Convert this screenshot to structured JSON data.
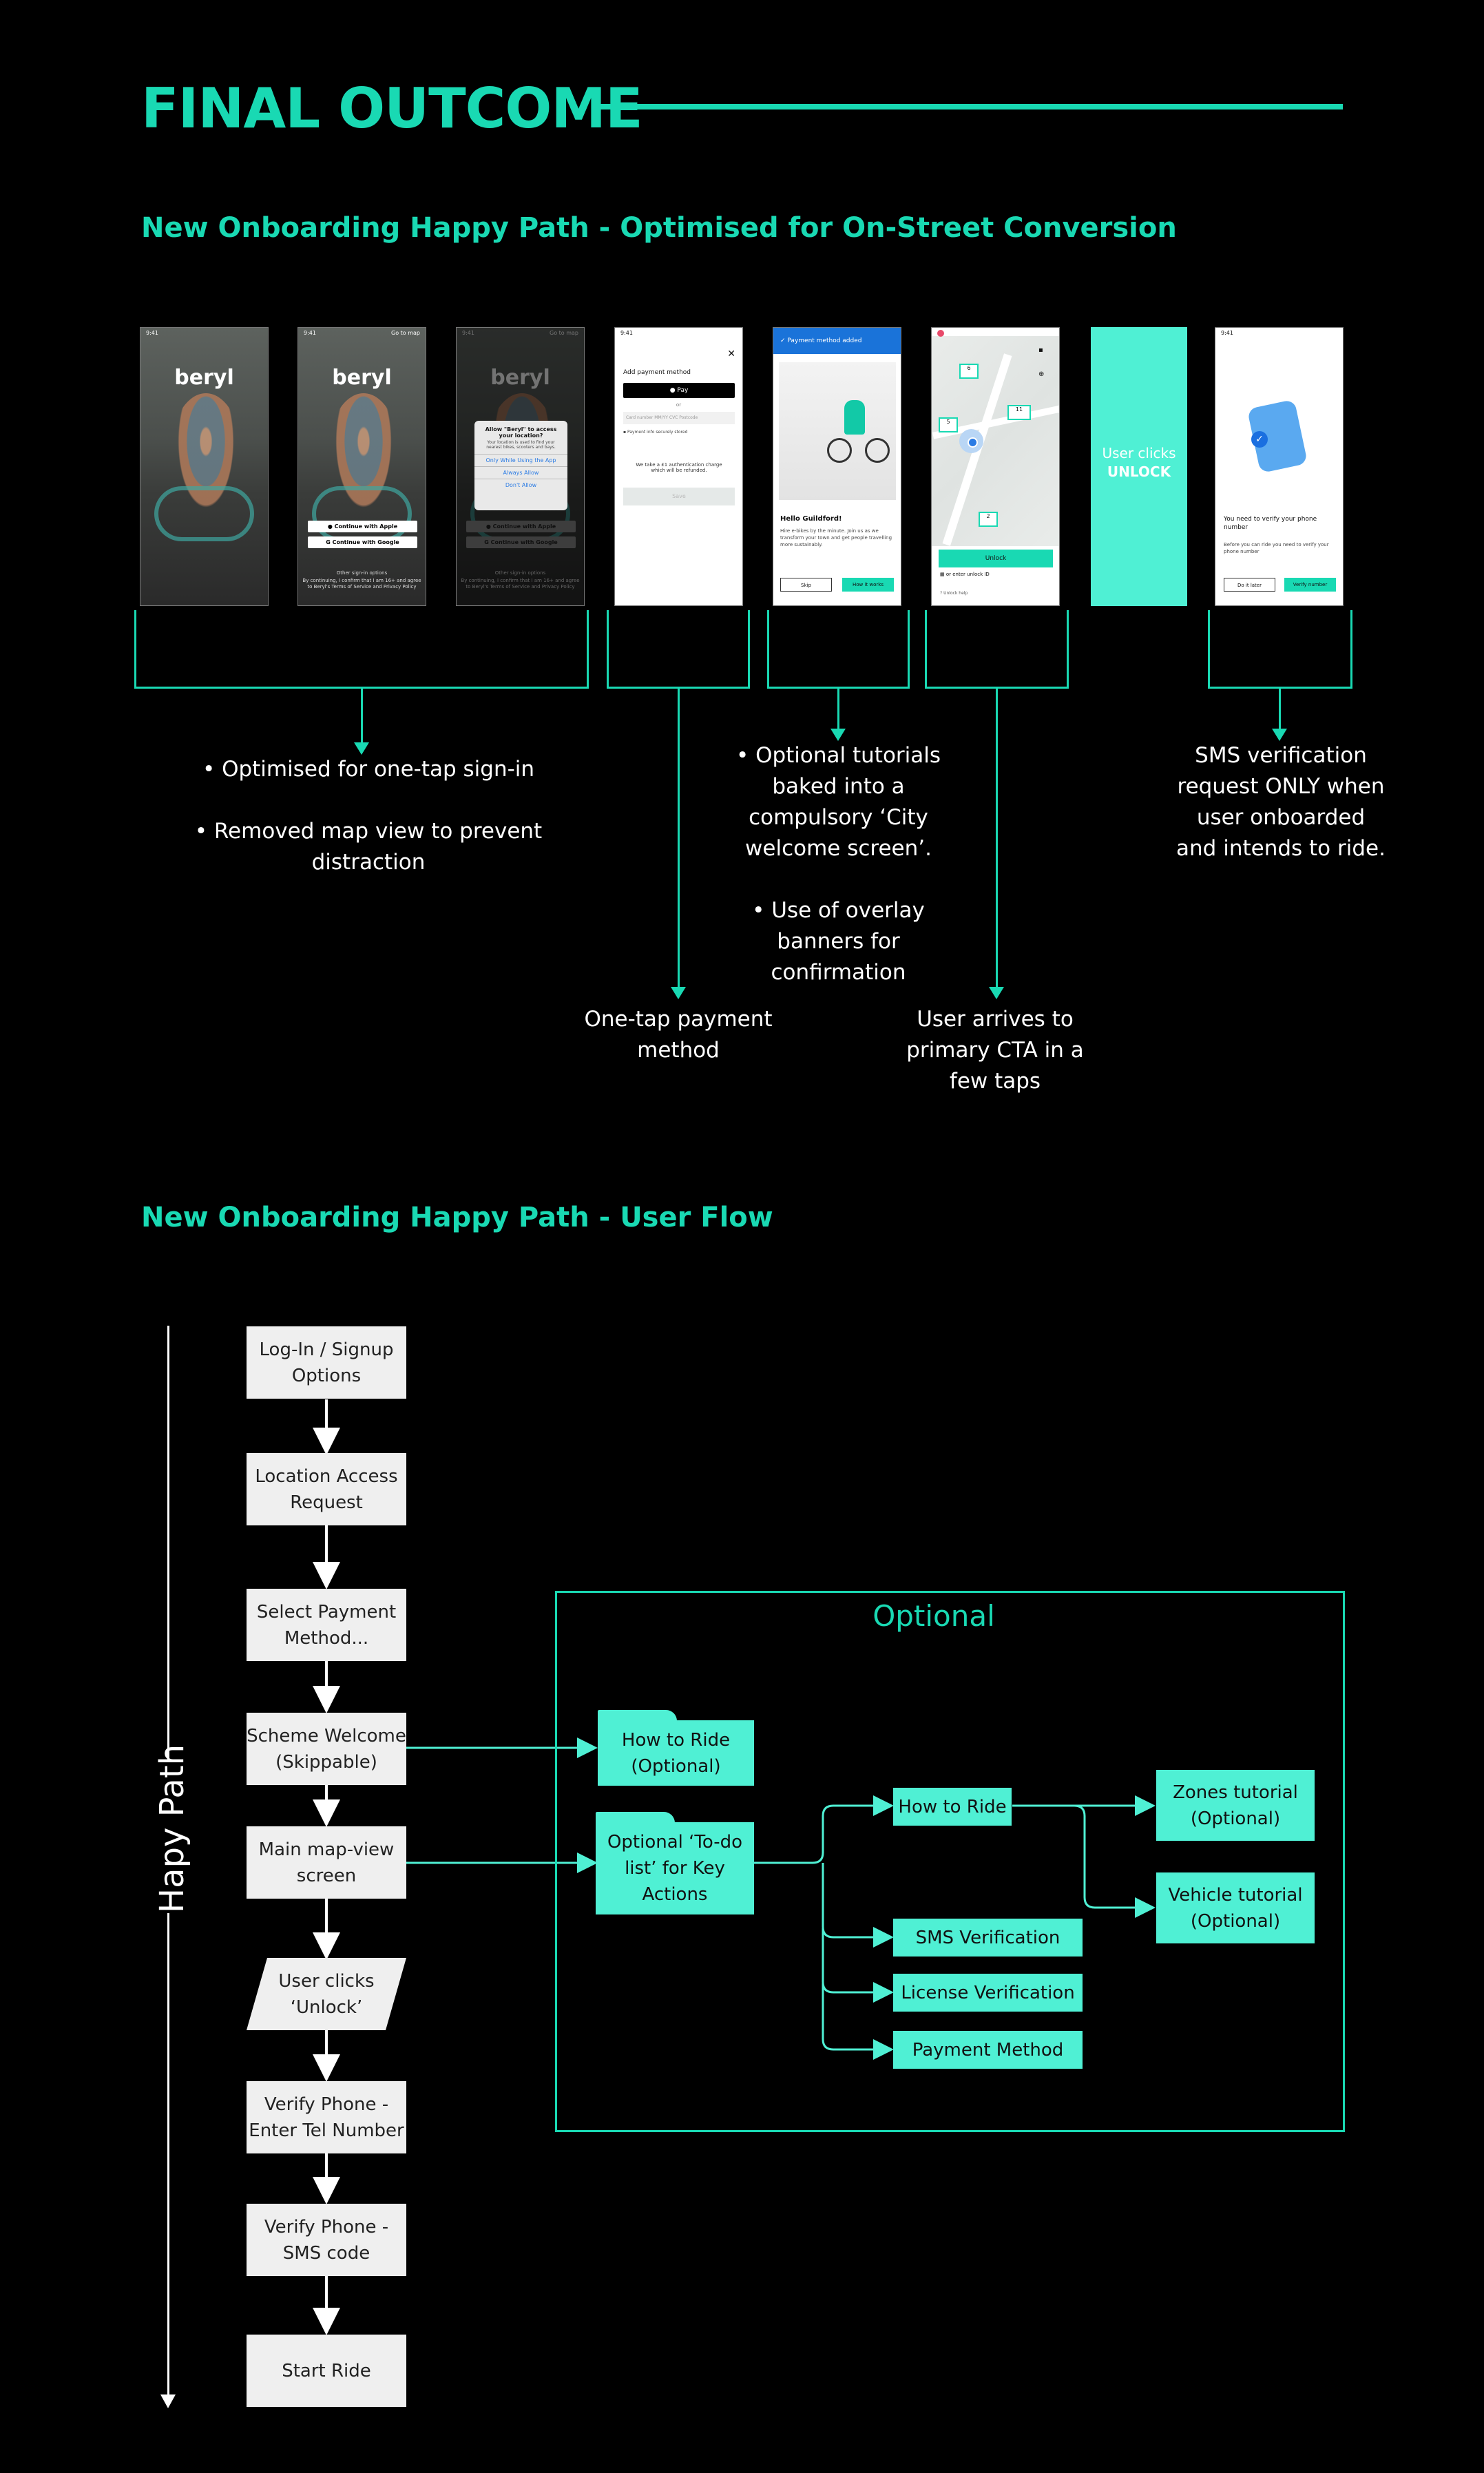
{
  "header": {
    "title": "FINAL OUTCOME"
  },
  "section1": {
    "heading": "New Onboarding Happy Path - Optimised for On-Street Conversion"
  },
  "screens": {
    "time": "9:41",
    "logo": "beryl",
    "go_to_map": "Go to map",
    "continue_apple": "Continue with Apple",
    "continue_google": "Continue with Google",
    "other_sign_in": "Other sign-in options",
    "terms": "By continuing, I confirm that I am 16+ and agree to Beryl's Terms of Service and Privacy Policy",
    "location_dialog_title": "Allow \"Beryl\" to access your location?",
    "location_dialog_body": "Your location is used to find your nearest bikes, scooters and bays.",
    "allow_once": "Only While Using the App",
    "allow_always": "Always Allow",
    "dont_allow": "Don't Allow",
    "add_payment": "Add payment method",
    "apple_pay": "Pay",
    "or": "or",
    "card_fields": "Card number   MM/YY   CVC   Postcode",
    "payment_secure": "Payment info securely stored",
    "auth_charge": "We take a £1 authentication charge which will be refunded.",
    "save": "Save",
    "payment_added": "Payment method added",
    "hello_city": "Hello Guildford!",
    "hello_body": "Hire e-bikes by the minute. Join us as we transform your town and get people travelling more sustainably.",
    "skip": "Skip",
    "how_it_works": "How it works",
    "unlock": "Unlock",
    "enter_unlock_id": "or enter unlock ID",
    "unlock_help": "Unlock help",
    "user_clicks": "User clicks",
    "unlock_caps": "UNLOCK",
    "verify_title": "You need to verify your phone number",
    "verify_body": "Before you can ride you need to verify your phone number",
    "do_it_later": "Do it later",
    "verify_number": "Verify number"
  },
  "notes": {
    "signin_1": "• Optimised for one-tap sign-in",
    "signin_2": "• Removed map view to prevent distraction",
    "payment": "One-tap payment method",
    "tutorial_1": "• Optional tutorials baked into a compulsory ‘City welcome screen’.",
    "tutorial_2": "• Use of overlay banners for confirmation",
    "cta": "User arrives to primary CTA in a few taps",
    "sms": "SMS verification request ONLY when user onboarded and intends to ride."
  },
  "section2": {
    "heading": "New Onboarding Happy Path - User Flow"
  },
  "flow": {
    "side_label": "Hapy Path",
    "steps": [
      "Log-In / Signup Options",
      "Location Access Request",
      "Select Payment Method...",
      "Scheme Welcome (Skippable)",
      "Main map-view screen",
      "User clicks ‘Unlock’",
      "Verify Phone - Enter Tel Number",
      "Verify Phone - SMS code",
      "Start Ride"
    ],
    "optional_title": "Optional",
    "how_to_ride_optional": "How to Ride (Optional)",
    "todo_list": "Optional ‘To-do list’ for Key Actions",
    "how_to_ride": "How to Ride",
    "sms_verification": "SMS Verification",
    "license_verification": "License Verification",
    "payment_method": "Payment Method",
    "zones_tutorial": "Zones tutorial (Optional)",
    "vehicle_tutorial": "Vehicle tutorial (Optional)"
  },
  "colors": {
    "accent": "#19d9b3",
    "mint": "#4ff0d4",
    "background": "#000000",
    "box": "#efefef"
  }
}
